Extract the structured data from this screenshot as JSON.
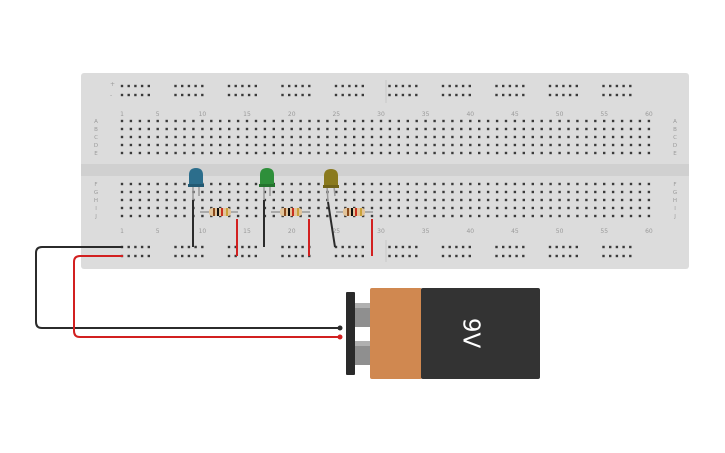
{
  "breadboard": {
    "column_numbers": [
      "1",
      "5",
      "10",
      "15",
      "20",
      "25",
      "30",
      "35",
      "40",
      "45",
      "50",
      "55",
      "60"
    ],
    "row_letters_top": [
      "A",
      "B",
      "C",
      "D",
      "E"
    ],
    "row_letters_bottom": [
      "F",
      "G",
      "H",
      "I",
      "J"
    ],
    "rail_plus": "+",
    "rail_minus": "-",
    "color": "#dcdcdc"
  },
  "components": {
    "leds": [
      {
        "name": "led-blue",
        "color": "#2c6e8c"
      },
      {
        "name": "led-green",
        "color": "#2e8f3a"
      },
      {
        "name": "led-yellow",
        "color": "#8a7a1e"
      }
    ],
    "resistor_count": 3,
    "battery": {
      "label": "9V",
      "body_color": "#d08850",
      "label_panel_color": "#333333"
    }
  },
  "wires": {
    "black": "#2b2b2b",
    "red": "#d22020"
  }
}
